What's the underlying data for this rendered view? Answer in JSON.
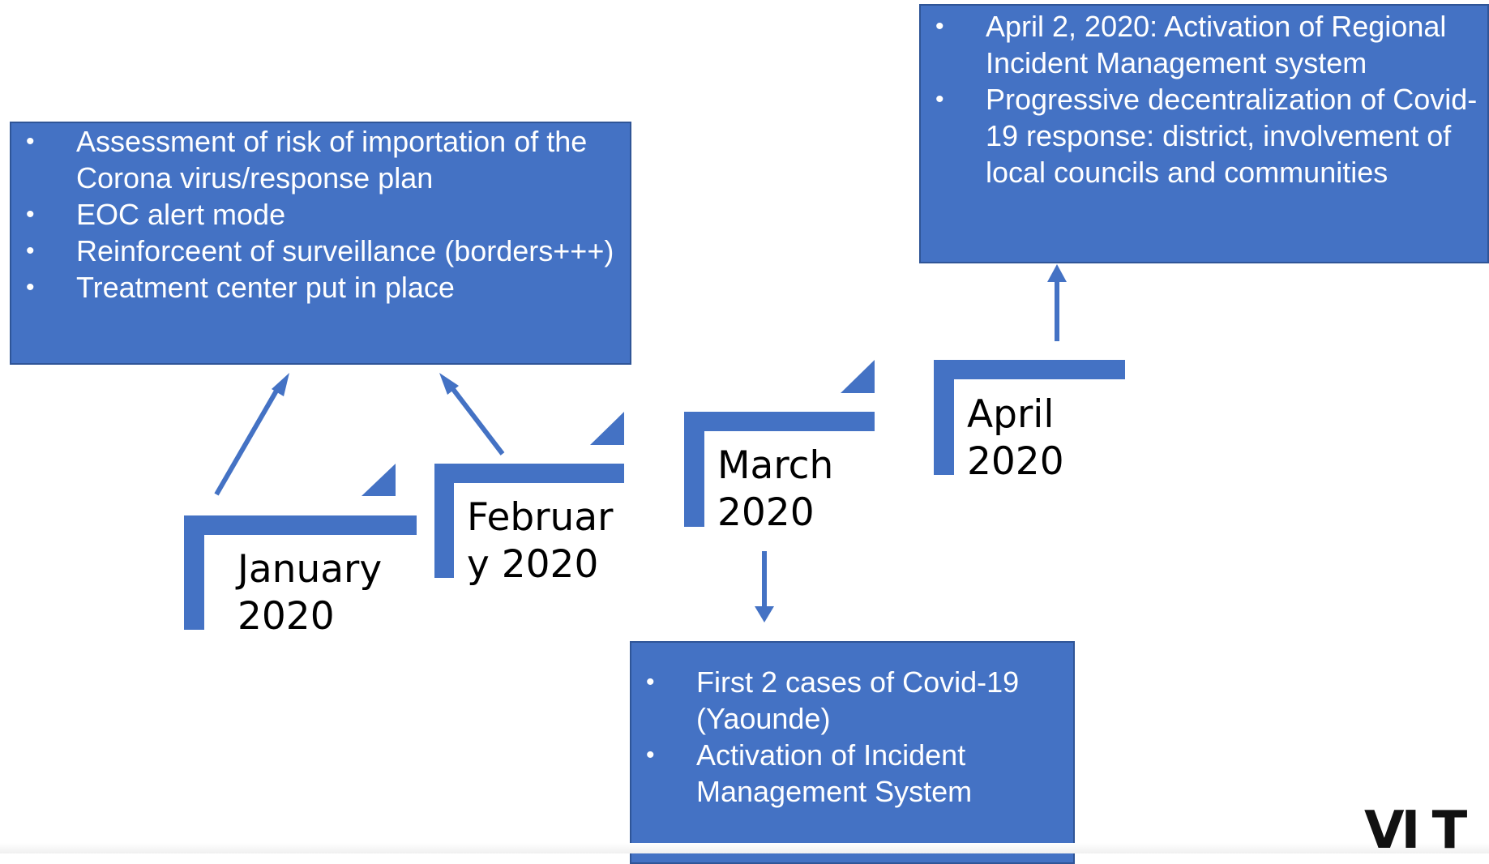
{
  "timeline": {
    "january": {
      "label": "January\n2020"
    },
    "february": {
      "label": "Februar\ny 2020"
    },
    "march": {
      "label": "March\n2020"
    },
    "april": {
      "label": "April\n2020"
    }
  },
  "boxes": {
    "january_february": [
      "Assessment of risk of importation of the Corona virus/response plan",
      "EOC alert mode",
      "Reinforceent of surveillance (borders+++)",
      "Treatment center put in place"
    ],
    "april": [
      "April 2, 2020: Activation of Regional Incident Management system",
      "Progressive decentralization of Covid-19 response: district, involvement of local councils and communities"
    ],
    "march": [
      "First 2 cases of Covid-19 (Yaounde)",
      "Activation of Incident Management System"
    ]
  },
  "colors": {
    "step": "#4472c4",
    "box": "#4472c4",
    "box_border": "#2f5597",
    "box_text": "#ffffff"
  },
  "logo": {
    "text": "VI T"
  }
}
